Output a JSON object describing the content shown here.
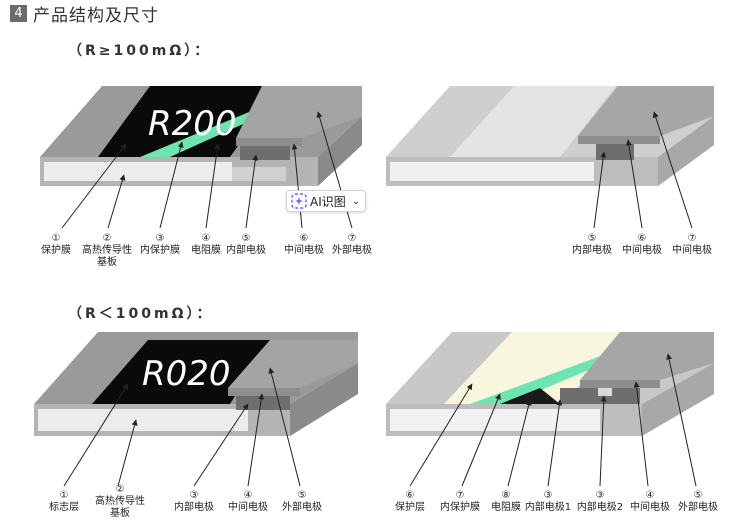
{
  "header": {
    "number": "4",
    "title": "产品结构及尺寸"
  },
  "sections": {
    "high": {
      "label": "（R≥100mΩ）："
    },
    "low": {
      "label": "（R＜100mΩ）："
    }
  },
  "chip_text": {
    "high": "R200",
    "low": "R020"
  },
  "ai_button": {
    "label": "AI识图"
  },
  "labels": {
    "tl": [
      {
        "num": "①",
        "text": "保护膜"
      },
      {
        "num": "②",
        "text": "高热传导性",
        "text2": "基板"
      },
      {
        "num": "③",
        "text": "内保护膜"
      },
      {
        "num": "④",
        "text": "电阻膜"
      },
      {
        "num": "⑤",
        "text": "内部电极"
      },
      {
        "num": "⑥",
        "text": "中间电极"
      },
      {
        "num": "⑦",
        "text": "外部电极"
      }
    ],
    "tr": [
      {
        "num": "⑤",
        "text": "内部电极"
      },
      {
        "num": "⑥",
        "text": "中间电极"
      },
      {
        "num": "⑦",
        "text": "中间电极"
      }
    ],
    "bl": [
      {
        "num": "①",
        "text": "标志层"
      },
      {
        "num": "②",
        "text": "高热传导性",
        "text2": "基板"
      },
      {
        "num": "③",
        "text": "内部电极"
      },
      {
        "num": "④",
        "text": "中间电极"
      },
      {
        "num": "⑤",
        "text": "外部电极"
      }
    ],
    "br": [
      {
        "num": "⑥",
        "text": "保护层"
      },
      {
        "num": "⑦",
        "text": "内保护膜"
      },
      {
        "num": "⑧",
        "text": "电阻膜"
      },
      {
        "num": "③",
        "text": "内部电极1"
      },
      {
        "num": "③",
        "text": "内部电极2"
      },
      {
        "num": "④",
        "text": "中间电极"
      },
      {
        "num": "⑤",
        "text": "外部电极"
      }
    ]
  }
}
